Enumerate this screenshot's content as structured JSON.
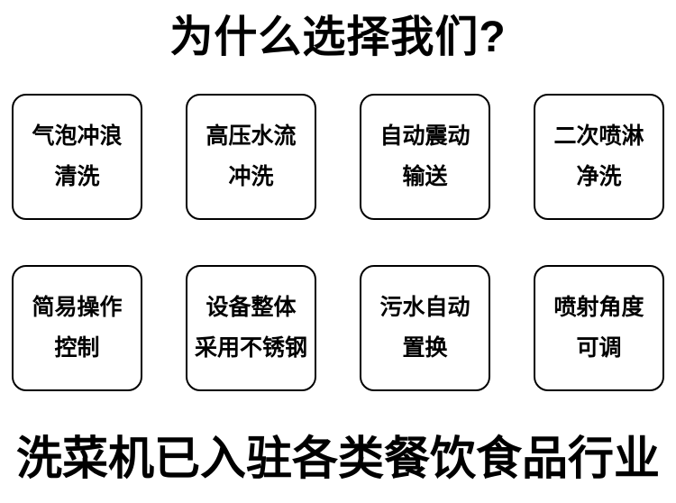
{
  "page": {
    "title": "为什么选择我们?",
    "footer_heading": "洗菜机已入驻各类餐饮食品行业"
  },
  "features": [
    {
      "line1": "气泡冲浪",
      "line2": "清洗"
    },
    {
      "line1": "高压水流",
      "line2": "冲洗"
    },
    {
      "line1": "自动震动",
      "line2": "输送"
    },
    {
      "line1": "二次喷淋",
      "line2": "净洗"
    },
    {
      "line1": "简易操作",
      "line2": "控制"
    },
    {
      "line1": "设备整体",
      "line2": "采用不锈钢"
    },
    {
      "line1": "污水自动",
      "line2": "置换"
    },
    {
      "line1": "喷射角度",
      "line2": "可调"
    }
  ],
  "colors": {
    "text": "#000000",
    "background": "#ffffff",
    "card_border": "#000000"
  }
}
